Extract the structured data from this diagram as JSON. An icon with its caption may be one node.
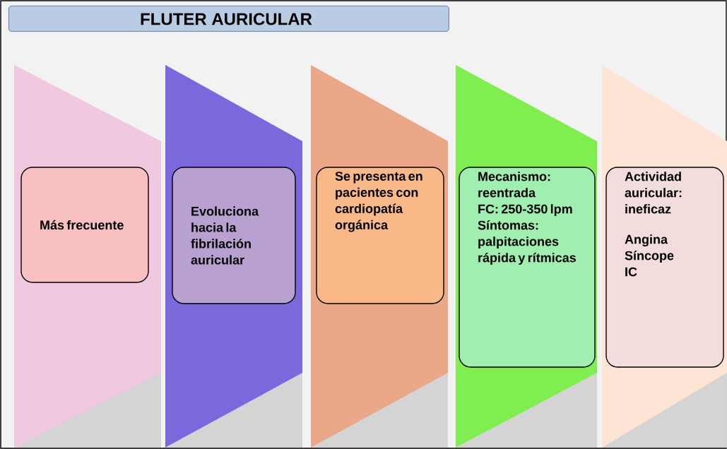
{
  "diagram": {
    "title": "FLUTER AURICULAR",
    "nodes": [
      {
        "text": [],
        "shape": "band"
      },
      {
        "text": [
          "Más frecuente"
        ],
        "in": 0
      },
      {
        "text": [],
        "shape": "band"
      },
      {
        "text": [
          "Evoluciona hacia la fibrilación auricular"
        ],
        "in": 2
      },
      {
        "text": [],
        "shape": "band"
      },
      {
        "text": [
          "Se presenta en pacientes con cardiopatía orgánica"
        ],
        "in": 4
      },
      {
        "text": [],
        "shape": "band"
      },
      {
        "text": [
          "Mecanismo: reentrada",
          "FC: 250-350 lpm",
          "Síntomas: palpitaciones rápida y rítmicas"
        ],
        "in": 6
      },
      {
        "text": [],
        "shape": "band"
      },
      {
        "text": [
          "Actividad auricular: ineficaz",
          "Angina",
          "Síncope",
          "IC"
        ],
        "in": 8
      }
    ]
  }
}
